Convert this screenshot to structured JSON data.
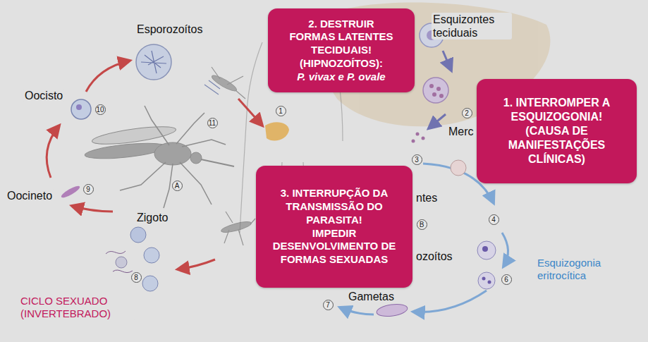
{
  "diagram": {
    "nodes": [
      {
        "text": [
          "2. DESTRUIR FORMAS LATENTES TECIDUAIS! (HIPNOZOÍTOS):",
          "P. vivax e P. ovale"
        ]
      },
      {
        "text": [
          "1. INTERROMPER A ESQUIZOGONIA!",
          "(CAUSA DE MANIFESTAÇÕES CLÍNICAS)"
        ]
      },
      {
        "text": [
          "3. INTERRUPÇÃO DA TRANSMISSÃO DO PARASITA!",
          "IMPEDIR DESENVOLVIMENTO DE FORMAS SEXUADAS"
        ]
      }
    ],
    "labels": [
      "Esquizontes teciduais",
      "Esporozoítos",
      "Oocisto",
      "10",
      "11",
      "1",
      "2",
      "Merc",
      "3",
      "Oocineto",
      "9",
      "A",
      "ntes",
      "Zigoto",
      "4",
      "B",
      "ozoítos",
      "Esquizogonia eritrocítica",
      "8",
      "6",
      "Gametas",
      "7",
      "CICLO SEXUADO (INVERTEBRADO)"
    ]
  }
}
